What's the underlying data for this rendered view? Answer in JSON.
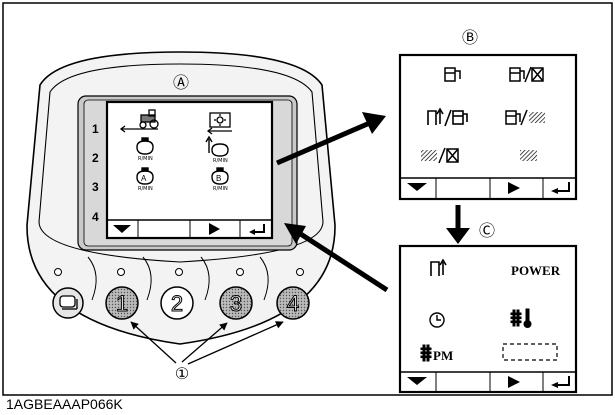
{
  "figure_id": "1AGBEAAAP066K",
  "callouts": {
    "a": "Ⓐ",
    "b": "Ⓑ",
    "c": "Ⓒ",
    "one": "①"
  },
  "rows": [
    "1",
    "2",
    "3",
    "4"
  ],
  "unit_label": "R/MIN",
  "screen_c": {
    "power_label": "POWER",
    "pm_label": "PM"
  },
  "buttons": [
    "1",
    "2",
    "3",
    "4"
  ]
}
